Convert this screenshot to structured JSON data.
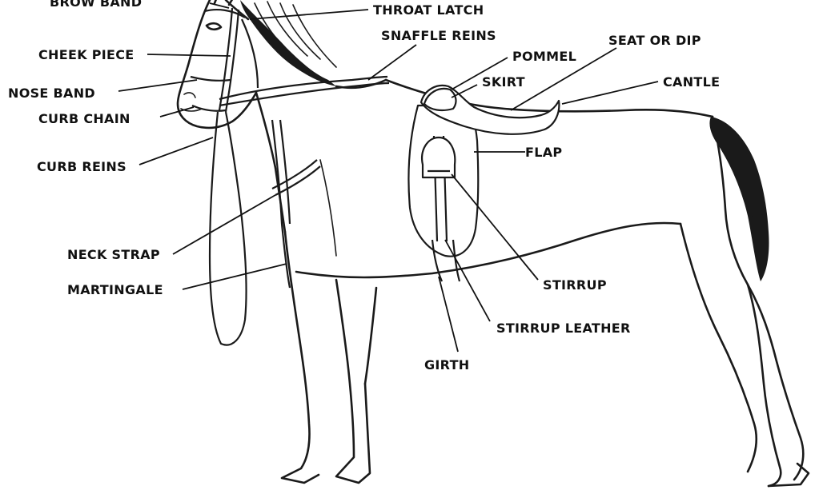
{
  "diagram": {
    "subject": "horse with saddle and double bridle",
    "labels": {
      "brow_band": "BROW BAND",
      "throat_latch": "THROAT LATCH",
      "snaffle_reins": "SNAFFLE REINS",
      "cheek_piece": "CHEEK PIECE",
      "pommel": "POMMEL",
      "seat_or_dip": "SEAT OR DIP",
      "nose_band": "NOSE BAND",
      "skirt": "SKIRT",
      "cantle": "CANTLE",
      "curb_chain": "CURB CHAIN",
      "curb_reins": "CURB REINS",
      "flap": "FLAP",
      "neck_strap": "NECK STRAP",
      "martingale": "MARTINGALE",
      "stirrup": "STIRRUP",
      "stirrup_leather": "STIRRUP LEATHER",
      "girth": "GIRTH"
    }
  }
}
